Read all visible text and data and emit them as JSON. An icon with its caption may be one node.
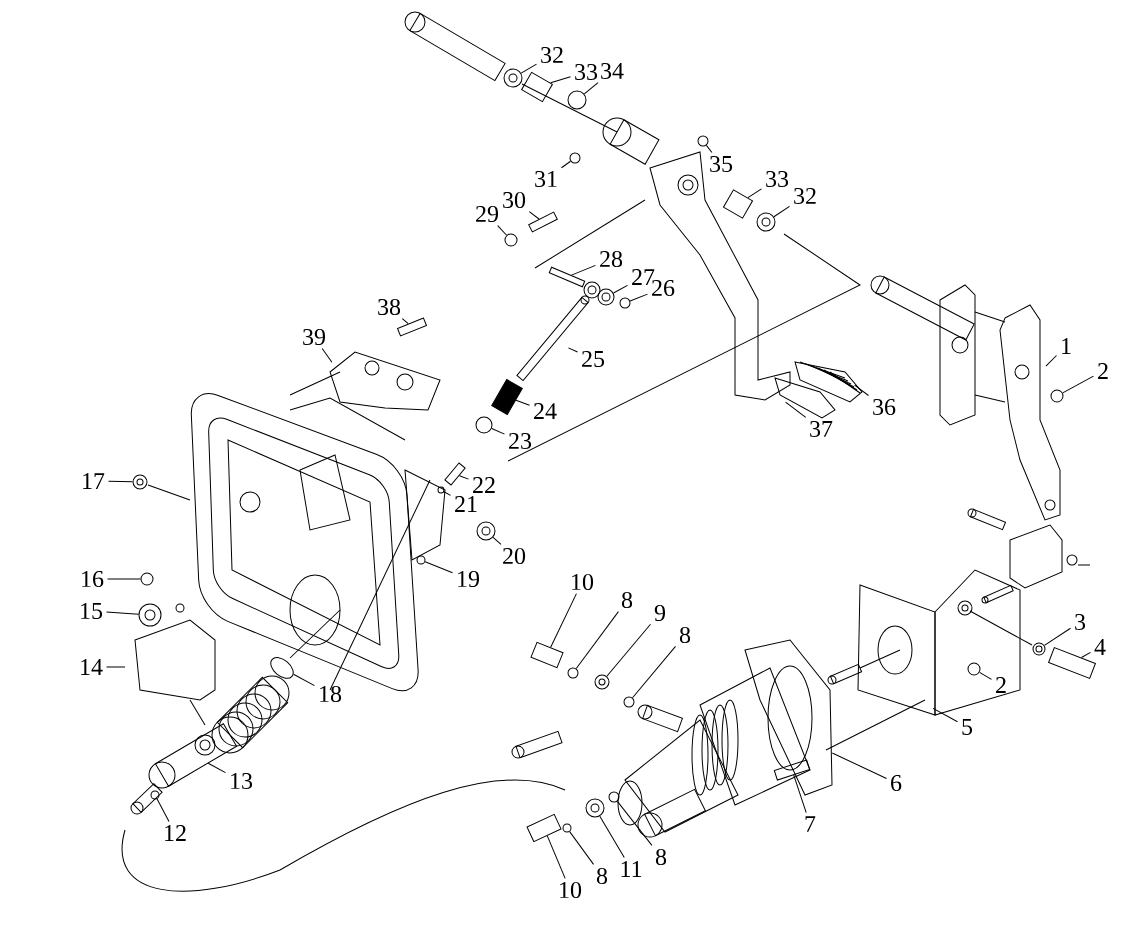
{
  "diagram": {
    "nodes": [
      {
        "text": [
          "32"
        ]
      },
      {
        "text": [
          "33"
        ]
      },
      {
        "text": [
          "34"
        ]
      },
      {
        "text": [
          "31"
        ]
      },
      {
        "text": [
          "35"
        ]
      },
      {
        "text": [
          "33"
        ]
      },
      {
        "text": [
          "32"
        ]
      },
      {
        "text": [
          "29"
        ]
      },
      {
        "text": [
          "30"
        ]
      },
      {
        "text": [
          "28"
        ]
      },
      {
        "text": [
          "27"
        ]
      },
      {
        "text": [
          "26"
        ]
      },
      {
        "text": [
          "38"
        ]
      },
      {
        "text": [
          "39"
        ]
      },
      {
        "text": [
          "25"
        ]
      },
      {
        "text": [
          "1"
        ]
      },
      {
        "text": [
          "2"
        ]
      },
      {
        "text": [
          "24"
        ]
      },
      {
        "text": [
          "36"
        ]
      },
      {
        "text": [
          "37"
        ]
      },
      {
        "text": [
          "23"
        ]
      },
      {
        "text": [
          "22"
        ]
      },
      {
        "text": [
          "17"
        ]
      },
      {
        "text": [
          "21"
        ]
      },
      {
        "text": [
          "20"
        ]
      },
      {
        "text": [
          "19"
        ]
      },
      {
        "text": [
          "16"
        ]
      },
      {
        "text": [
          "10"
        ]
      },
      {
        "text": [
          "8"
        ]
      },
      {
        "text": [
          "9"
        ]
      },
      {
        "text": [
          "15"
        ]
      },
      {
        "text": [
          "8"
        ]
      },
      {
        "text": [
          "3"
        ]
      },
      {
        "text": [
          "4"
        ]
      },
      {
        "text": [
          "2"
        ]
      },
      {
        "text": [
          "14"
        ]
      },
      {
        "text": [
          "18"
        ]
      },
      {
        "text": [
          "5"
        ]
      },
      {
        "text": [
          "13"
        ]
      },
      {
        "text": [
          "6"
        ]
      },
      {
        "text": [
          "7"
        ]
      },
      {
        "text": [
          "12"
        ]
      },
      {
        "text": [
          "8"
        ]
      },
      {
        "text": [
          "11"
        ]
      },
      {
        "text": [
          "8"
        ]
      },
      {
        "text": [
          "10"
        ]
      },
      {
        "text": [],
        "shape": "circle"
      },
      {
        "text": [],
        "shape": "bar"
      },
      {
        "text": [],
        "shape": "circle"
      },
      {
        "text": [],
        "shape": "circle"
      },
      {
        "text": [],
        "shape": "circle"
      },
      {
        "text": [],
        "shape": "bar"
      },
      {
        "text": [],
        "shape": "circle"
      },
      {
        "text": [],
        "shape": "circle"
      },
      {
        "text": [],
        "shape": "bar"
      },
      {
        "text": [],
        "shape": "bar"
      },
      {
        "text": [],
        "shape": "circle"
      },
      {
        "text": [],
        "shape": "circle"
      },
      {
        "text": [],
        "shape": "bar"
      },
      {
        "text": [],
        "shape": "circle"
      },
      {
        "text": [],
        "shape": "bar"
      },
      {
        "text": [],
        "shape": "circle"
      },
      {
        "text": [],
        "shape": "bar"
      },
      {
        "text": [],
        "shape": "circle"
      },
      {
        "text": [],
        "shape": "circle"
      },
      {
        "text": [],
        "shape": "circle"
      },
      {
        "text": [],
        "shape": "circle"
      },
      {
        "text": [],
        "shape": "circle"
      },
      {
        "text": [],
        "shape": "bar"
      },
      {
        "text": [],
        "shape": "circle"
      },
      {
        "text": [],
        "shape": "circle"
      },
      {
        "text": [],
        "shape": "circle"
      },
      {
        "text": [],
        "shape": "circle"
      },
      {
        "text": [],
        "shape": "circle"
      },
      {
        "text": [],
        "shape": "bar"
      },
      {
        "text": [],
        "shape": "circle"
      },
      {
        "text": [],
        "shape": "ellipse"
      },
      {
        "text": [],
        "shape": "bar"
      },
      {
        "text": [],
        "shape": "circle"
      },
      {
        "text": [],
        "shape": "circle"
      },
      {
        "text": [],
        "shape": "circle"
      },
      {
        "text": [],
        "shape": "circle"
      },
      {
        "text": [],
        "shape": "bar"
      }
    ],
    "edges": [
      {
        "from": 0,
        "to": 46,
        "arrow": "none"
      },
      {
        "from": 1,
        "to": 47,
        "arrow": "none"
      },
      {
        "from": 2,
        "to": 48,
        "arrow": "none"
      },
      {
        "from": 3,
        "to": 49,
        "arrow": "none"
      },
      {
        "from": 4,
        "to": 50,
        "arrow": "none"
      },
      {
        "from": 5,
        "to": 51,
        "arrow": "none"
      },
      {
        "from": 6,
        "to": 52,
        "arrow": "none"
      },
      {
        "from": 7,
        "to": 53,
        "arrow": "none"
      },
      {
        "from": 8,
        "to": 54,
        "arrow": "none"
      },
      {
        "from": 9,
        "to": 55,
        "arrow": "none"
      },
      {
        "from": 10,
        "to": 56,
        "arrow": "none"
      },
      {
        "from": 11,
        "to": 57,
        "arrow": "none"
      },
      {
        "from": 12,
        "to": 58,
        "arrow": "none"
      },
      {
        "from": 13,
        "to": null,
        "arrow": "none"
      },
      {
        "from": 14,
        "to": null,
        "arrow": "none"
      },
      {
        "from": 15,
        "to": null,
        "arrow": "none"
      },
      {
        "from": 16,
        "to": 59,
        "arrow": "none"
      },
      {
        "from": 17,
        "to": 60,
        "arrow": "none"
      },
      {
        "from": 18,
        "to": null,
        "arrow": "none"
      },
      {
        "from": 19,
        "to": null,
        "arrow": "none"
      },
      {
        "from": 20,
        "to": 61,
        "arrow": "none"
      },
      {
        "from": 21,
        "to": 62,
        "arrow": "none"
      },
      {
        "from": 22,
        "to": 63,
        "arrow": "none"
      },
      {
        "from": 23,
        "to": 64,
        "arrow": "none"
      },
      {
        "from": 24,
        "to": 65,
        "arrow": "none"
      },
      {
        "from": 25,
        "to": 66,
        "arrow": "none"
      },
      {
        "from": 26,
        "to": 67,
        "arrow": "none"
      },
      {
        "from": 27,
        "to": 68,
        "arrow": "none"
      },
      {
        "from": 28,
        "to": 69,
        "arrow": "none"
      },
      {
        "from": 29,
        "to": 70,
        "arrow": "none"
      },
      {
        "from": 30,
        "to": 71,
        "arrow": "none"
      },
      {
        "from": 31,
        "to": 72,
        "arrow": "none"
      },
      {
        "from": 32,
        "to": 73,
        "arrow": "none"
      },
      {
        "from": 33,
        "to": 74,
        "arrow": "none"
      },
      {
        "from": 34,
        "to": 75,
        "arrow": "none"
      },
      {
        "from": 35,
        "to": null,
        "arrow": "none"
      },
      {
        "from": 36,
        "to": 76,
        "arrow": "none"
      },
      {
        "from": 37,
        "to": null,
        "arrow": "none"
      },
      {
        "from": 38,
        "to": null,
        "arrow": "none"
      },
      {
        "from": 39,
        "to": null,
        "arrow": "none"
      },
      {
        "from": 40,
        "to": 77,
        "arrow": "none"
      },
      {
        "from": 41,
        "to": 78,
        "arrow": "none"
      },
      {
        "from": 42,
        "to": 79,
        "arrow": "none"
      },
      {
        "from": 43,
        "to": 80,
        "arrow": "none"
      },
      {
        "from": 44,
        "to": 81,
        "arrow": "none"
      },
      {
        "from": 45,
        "to": 82,
        "arrow": "none"
      }
    ]
  }
}
